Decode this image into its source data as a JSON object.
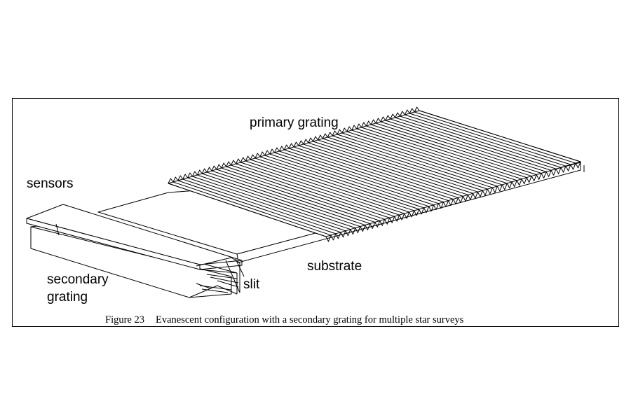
{
  "figure": {
    "labels": {
      "primary_grating": "primary grating",
      "sensors": "sensors",
      "substrate": "substrate",
      "secondary_line1": "secondary",
      "secondary_line2": "grating",
      "slit": "slit"
    },
    "caption": {
      "number": "Figure 23",
      "text": "Evanescent configuration with a secondary grating for multiple star surveys"
    }
  }
}
